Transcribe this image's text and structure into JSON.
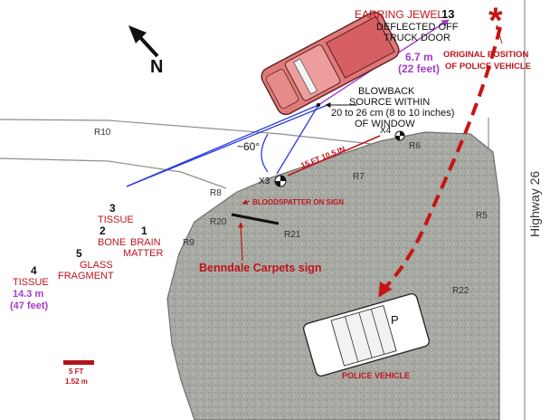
{
  "colors": {
    "red_label": "#c0141c",
    "purple_label": "#a43cc8",
    "blue_line": "#2a3ae0",
    "dash_arrow": "#c81414",
    "lot_fill": "#a8aaa4",
    "road_line": "#8e8e8e",
    "truck_body": "#e07a7a",
    "dark_text": "#111111"
  },
  "compass": {
    "label": "N"
  },
  "earring": {
    "title": "EARRING JEWEL",
    "number": "13",
    "line1": "DEFLECTED OFF",
    "line2": "TRUCK DOOR",
    "distance_m": "6.7 m",
    "distance_ft": "(22 feet)"
  },
  "police_original": {
    "marker": "*",
    "line1": "ORIGINAL POSITION",
    "line2": "OF POLICE VEHICLE"
  },
  "blowback": {
    "line1": "BLOWBACK",
    "line2": "SOURCE WITHIN",
    "line3": "20 to 26 cm (8 to 10 inches)",
    "line4": "OF WINDOW"
  },
  "angle_label": "~60°",
  "measure_label": "15 FT 10.5 IN",
  "markers": {
    "x3": "X3",
    "x4": "X4"
  },
  "roads": [
    "R10",
    "R6",
    "R7",
    "R8",
    "R20",
    "R21",
    "R9",
    "R5",
    "R22"
  ],
  "highway": "Highway 26",
  "bloodspatter": "BLOODSPATTER ON SIGN",
  "sign_label": "Benndale Carpets sign",
  "evidence": [
    {
      "number": "3",
      "label": "TISSUE"
    },
    {
      "number": "2",
      "label": "BONE"
    },
    {
      "number": "1",
      "label1": "BRAIN",
      "label2": "MATTER"
    },
    {
      "number": "5",
      "label1": "GLASS",
      "label2": "FRAGMENT"
    },
    {
      "number": "4",
      "label": "TISSUE",
      "dist_m": "14.3 m",
      "dist_ft": "(47 feet)"
    }
  ],
  "police_vehicle": {
    "label": "POLICE VEHICLE",
    "letter": "P"
  },
  "scale": {
    "ft": "5 FT",
    "m": "1.52 m"
  }
}
